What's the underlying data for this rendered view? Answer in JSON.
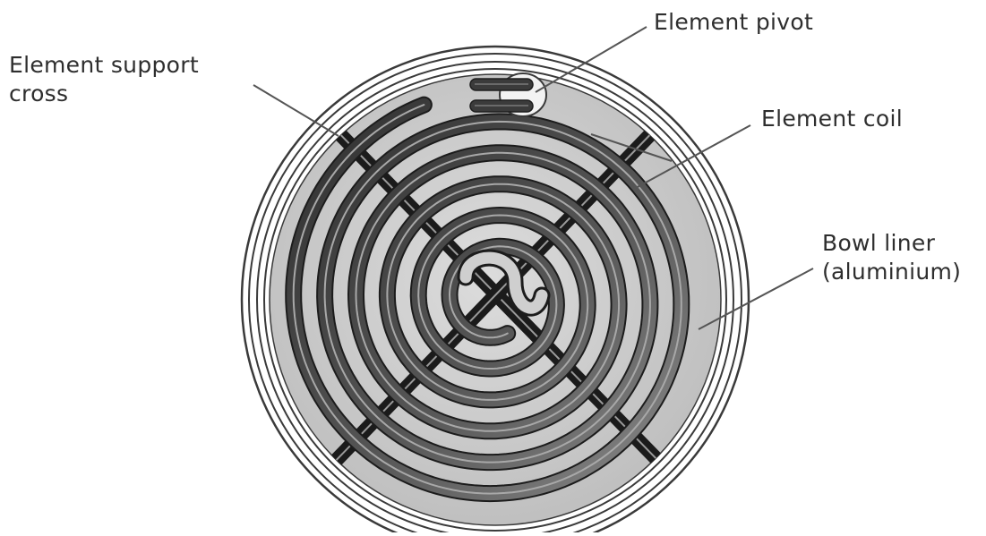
{
  "labels": {
    "element_support_cross": {
      "line1": "Element support",
      "line2": "cross"
    },
    "element_pivot": {
      "text": "Element pivot"
    },
    "element_coil": {
      "text": "Element coil"
    },
    "bowl_liner": {
      "line1": "Bowl liner",
      "line2": "(aluminium)"
    }
  },
  "colors": {
    "background": "#ffffff",
    "rim_stroke": "#3a3a3a",
    "bowl_liner_fill": "#cfcfcf",
    "coil_dark": "#3c3c3c",
    "coil_mid": "#6e6e6e",
    "coil_light": "#b8b8b8",
    "support_cross": "#1a1a1a",
    "leader_line": "#555555",
    "label_text": "#2e2e2e"
  }
}
